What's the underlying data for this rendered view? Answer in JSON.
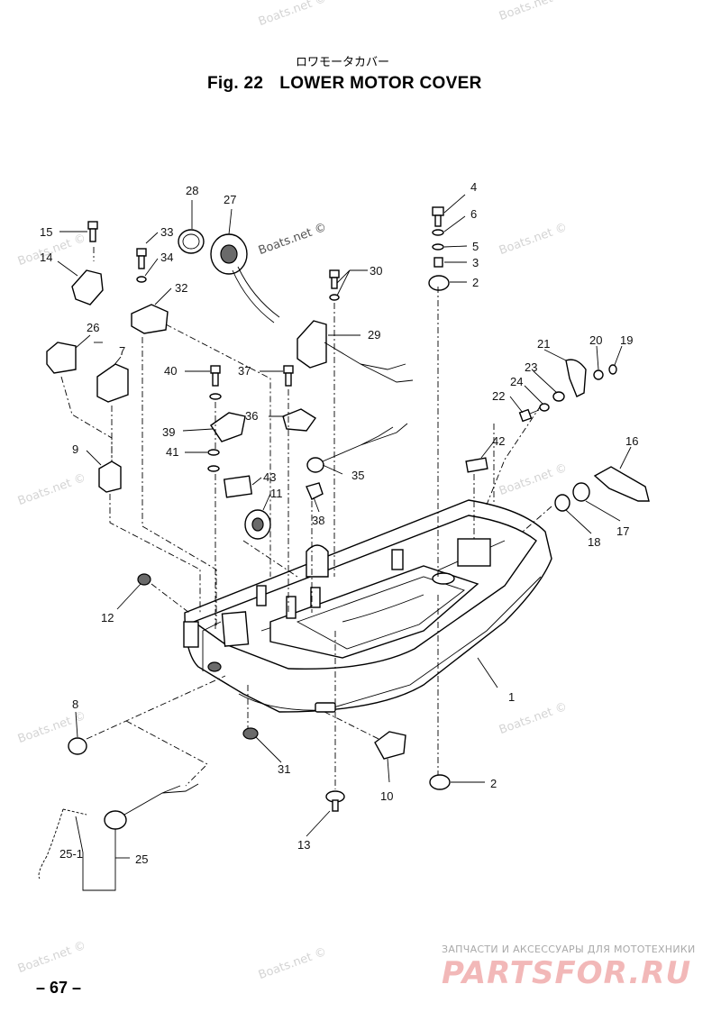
{
  "header": {
    "subtitle_jp": "ロワモータカバー",
    "fig_label": "Fig. 22",
    "title": "LOWER MOTOR COVER"
  },
  "callouts": {
    "n1": "1",
    "n2a": "2",
    "n2b": "2",
    "n3": "3",
    "n4": "4",
    "n5": "5",
    "n6": "6",
    "n7": "7",
    "n8": "8",
    "n9": "9",
    "n10": "10",
    "n11": "11",
    "n12": "12",
    "n13": "13",
    "n14": "14",
    "n15": "15",
    "n16": "16",
    "n17": "17",
    "n18": "18",
    "n19": "19",
    "n20": "20",
    "n21": "21",
    "n22": "22",
    "n23": "23",
    "n24": "24",
    "n25": "25",
    "n25_1": "25-1",
    "n26": "26",
    "n27": "27",
    "n28": "28",
    "n29": "29",
    "n30": "30",
    "n31": "31",
    "n32": "32",
    "n33": "33",
    "n34": "34",
    "n35": "35",
    "n36": "36",
    "n37": "37",
    "n38": "38",
    "n39": "39",
    "n40": "40",
    "n41": "41",
    "n42": "42",
    "n43": "43"
  },
  "watermarks": {
    "text": "Boats.net",
    "text_symbol": "Boats.net ©"
  },
  "footer": {
    "page_number": "– 67 –",
    "shop_tagline": "ЗАПЧАСТИ И АКСЕССУАРЫ ДЛЯ МОТОТЕХНИКИ",
    "shop_logo": "PARTSFOR.RU"
  }
}
